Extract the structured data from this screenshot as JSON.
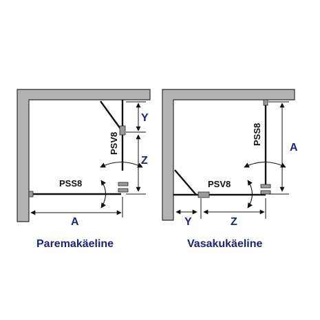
{
  "diagrams": [
    {
      "caption": "Paremakäeline",
      "labels": {
        "fixed_panel": "PSS8",
        "door": "PSV8",
        "width": "A",
        "upper_offset": "Y",
        "door_length": "Z"
      }
    },
    {
      "caption": "Vasakukäeline",
      "labels": {
        "fixed_panel": "PSS8",
        "door": "PSV8",
        "height": "A",
        "left_offset": "Y",
        "door_length": "Z"
      }
    }
  ],
  "colors": {
    "wall_fill": "#b3b3b3",
    "label_blue": "#1a237e",
    "line": "#111111"
  }
}
